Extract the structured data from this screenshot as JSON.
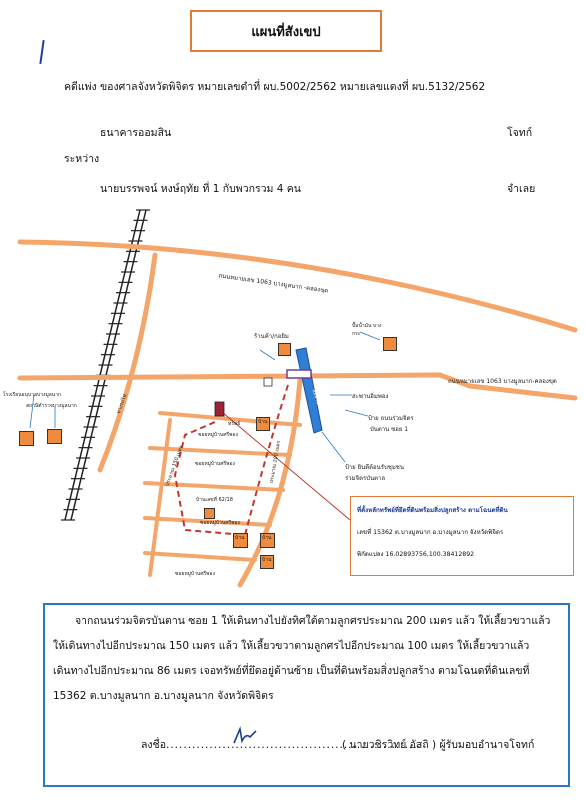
{
  "title": "แผนที่สังเขป",
  "case_line": "คดีแพ่ง   ของศาลจังหวัดพิจิตร  หมายเลขดำที่ ผบ.5002/2562   หมายเลขแดงที่ ผบ.5132/2562",
  "plaintiff": "ธนาคารออมสิน",
  "plaintiff_role": "โจทก์",
  "between": "ระหว่าง",
  "defendant": "นายบรรพจน์  หงษ์ฤทัย  ที่ 1 กับพวกรวม  4  คน",
  "defendant_role": "จำเลย",
  "map": {
    "road_top": "ถนนหมายเลข 1063 บางมูลนาก -คลองขุด",
    "road_right": "ถนนหมายเลข 1063 บางมูลนาก-คลองขุด",
    "shop": "ร้านค้า/กอยิม",
    "pump": "ปั๊มน้ำมัน บางกระ",
    "bridge": "สะพานอิ่มพอง",
    "bridge_label": "สะพาน",
    "sign_ruam": "ป้าย  ถนนร่วมจิตร",
    "sign_ruam2": "บันตาน  ซอย  1",
    "sign_welcome": "ป้าย  ยินดีต้อนรับชุมชน",
    "sign_welcome2": "ร่วมจิตรบันตาล",
    "school": "โรงเรียนอนุบาลบางมูลนาก",
    "police": "สถานีตำรวจบางมูลนาก",
    "railway": "ทางรถไฟ",
    "house1": "บ้าน",
    "house2": "บ้าน",
    "house3": "บ้าน",
    "house4": "บ้าน",
    "soi1": "ซอยหมู่บ้านศรีพอง",
    "soi2": "ซอยหมู่บ้านศรีพอง",
    "soi3": "ซอยหมู่บ้านศรีพอง",
    "soi4": "ซอยหมู่บ้านศรีพอง",
    "soi_house": "บ้านเลขที่ 62/18",
    "dist_main": "ประมาณ 200 เมตร",
    "dist_side": "ประมาณ 150 เมตร",
    "prop_label": "ทรัพย์",
    "info": {
      "line1": "ที่ตั้งหลักทรัพย์ที่ยึดที่ดินพร้อมสิ่งปลูกสร้าง  ตามโฉนดที่ดิน",
      "line2": "เลขที่ 15362    ต.บางมูลนาก  อ.บางมูลนาก  จังหวัดพิจิตร",
      "line3": "พิกัดแปลง  16.02893756,100.38412892"
    }
  },
  "description": {
    "line1": "จากถนนร่วมจิตรบันตาน  ซอย  1 ให้เดินทางไปยังทิศใต้ตามลูกศรประมาณ  200  เมตร แล้ว  ให้เลี้ยวขวาแล้ว",
    "line2": "ให้เดินทางไปอีกประมาณ  150 เมตร แล้ว  ให้เลี้ยวขวาตามลูกศรไปอีกประมาณ  100  เมตร  ให้เลี้ยวขวาแล้ว",
    "line3": "เดินทางไปอีกประมาณ 86  เมตร เจอทรัพย์ที่ยึดอยู่ด้านซ้าย   เป็นที่ดินพร้อมสิ่งปลูกสร้าง  ตามโฉนดที่ดินเลขที่",
    "line4": "15362      ต.บางมูลนาก  อ.บางมูลนาก  จังหวัดพิจิตร",
    "sign_prefix": "ลงชื่อ",
    "sign_name": "( นายวชิรวิทย์  อัสถิ  )  ผู้รับมอบอำนาจโจทก์"
  },
  "colors": {
    "road": "#f4a66a",
    "accent": "#e07b39",
    "blue_border": "#2b78c2",
    "bridge": "#2f7fd6",
    "dashed": "#c0392b"
  }
}
